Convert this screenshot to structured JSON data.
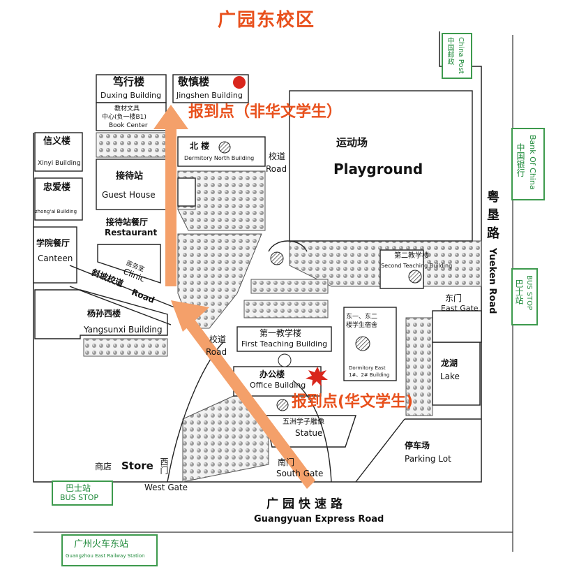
{
  "title": "广园东校区",
  "buildings": {
    "duxing_cn": "笃行楼",
    "duxing_en": "Duxing Building",
    "jingshen_cn": "敬慎楼",
    "jingshen_en": "Jingshen Building",
    "bookcenter_cn1": "教材文具",
    "bookcenter_cn2": "中心(负一楼B1)",
    "bookcenter_en": "Book Center",
    "xinyi_cn": "信义楼",
    "xinyi_en": "Xinyi Building",
    "zhongai_cn": "忠爱楼",
    "zhongai_en": "zhong'ai Building",
    "guesthouse_cn": "接待站",
    "guesthouse_en": "Guest House",
    "restaurant_cn": "接待站餐厅",
    "restaurant_en": "Restaurant",
    "canteen_cn": "学院餐厅",
    "canteen_en": "Canteen",
    "clinic_cn": "医务室",
    "clinic_en": "Clinic",
    "yangsunxi_cn": "杨孙西楼",
    "yangsunxi_en": "Yangsunxi Building",
    "north_cn": "北 楼",
    "north_en": "Dermitory North Building",
    "playground_cn": "运动场",
    "playground_en": "Playground",
    "second_cn": "第二教学楼",
    "second_en": "Second Teaching Building",
    "first_cn": "第一教学楼",
    "first_en": "First Teaching Building",
    "office_cn": "办公楼",
    "office_en": "Office Building",
    "dorm_east_cn1": "东一、东二",
    "dorm_east_cn2": "楼学生宿舍",
    "dorm_east_en1": "Dormitory East",
    "dorm_east_en2": "1#、2# Building",
    "statue_cn": "五洲学子雕像",
    "statue_en": "Statue",
    "lake_cn": "龙湖",
    "lake_en": "Lake",
    "parking_cn": "停车场",
    "parking_en": "Parking Lot",
    "store_cn": "商店",
    "store_en": "Store"
  },
  "roads": {
    "xiepo_cn": "斜坡校道",
    "xiepo_en": "Road",
    "xiaodao_cn": "校道",
    "xiaodao_en": "Road",
    "xiaodao2_cn": "校道",
    "xiaodao2_en": "Road",
    "yueken_cn": "粤垦路",
    "yueken_en": "Yueken Road",
    "guangyuan_cn": "广园快速路",
    "guangyuan_en": "Guangyuan Express Road"
  },
  "gates": {
    "east_cn": "东门",
    "east_en": "East Gate",
    "west_cn": "西门",
    "west_en": "West Gate",
    "south_cn": "南门",
    "south_en": "South Gate"
  },
  "external": {
    "china_post_cn": "中国邮政",
    "china_post_en": "China Post",
    "boc_cn": "中国银行",
    "boc_en": "Bank Of China",
    "bus_stop_right_cn": "巴士站",
    "bus_stop_right_en": "BUS STOP",
    "bus_stop_left_cn": "巴士站",
    "bus_stop_left_en": "BUS STOP",
    "railway_cn": "广州火车东站",
    "railway_en": "Guangzhou East Railway Station"
  },
  "checkin": {
    "non_chinese": "报到点（非华文学生）",
    "chinese": "报到点(华文学生)"
  },
  "colors": {
    "accent": "#e8501c",
    "arrow": "#f4a06a",
    "green": "#3d9a4d",
    "marker": "#d9261c"
  }
}
